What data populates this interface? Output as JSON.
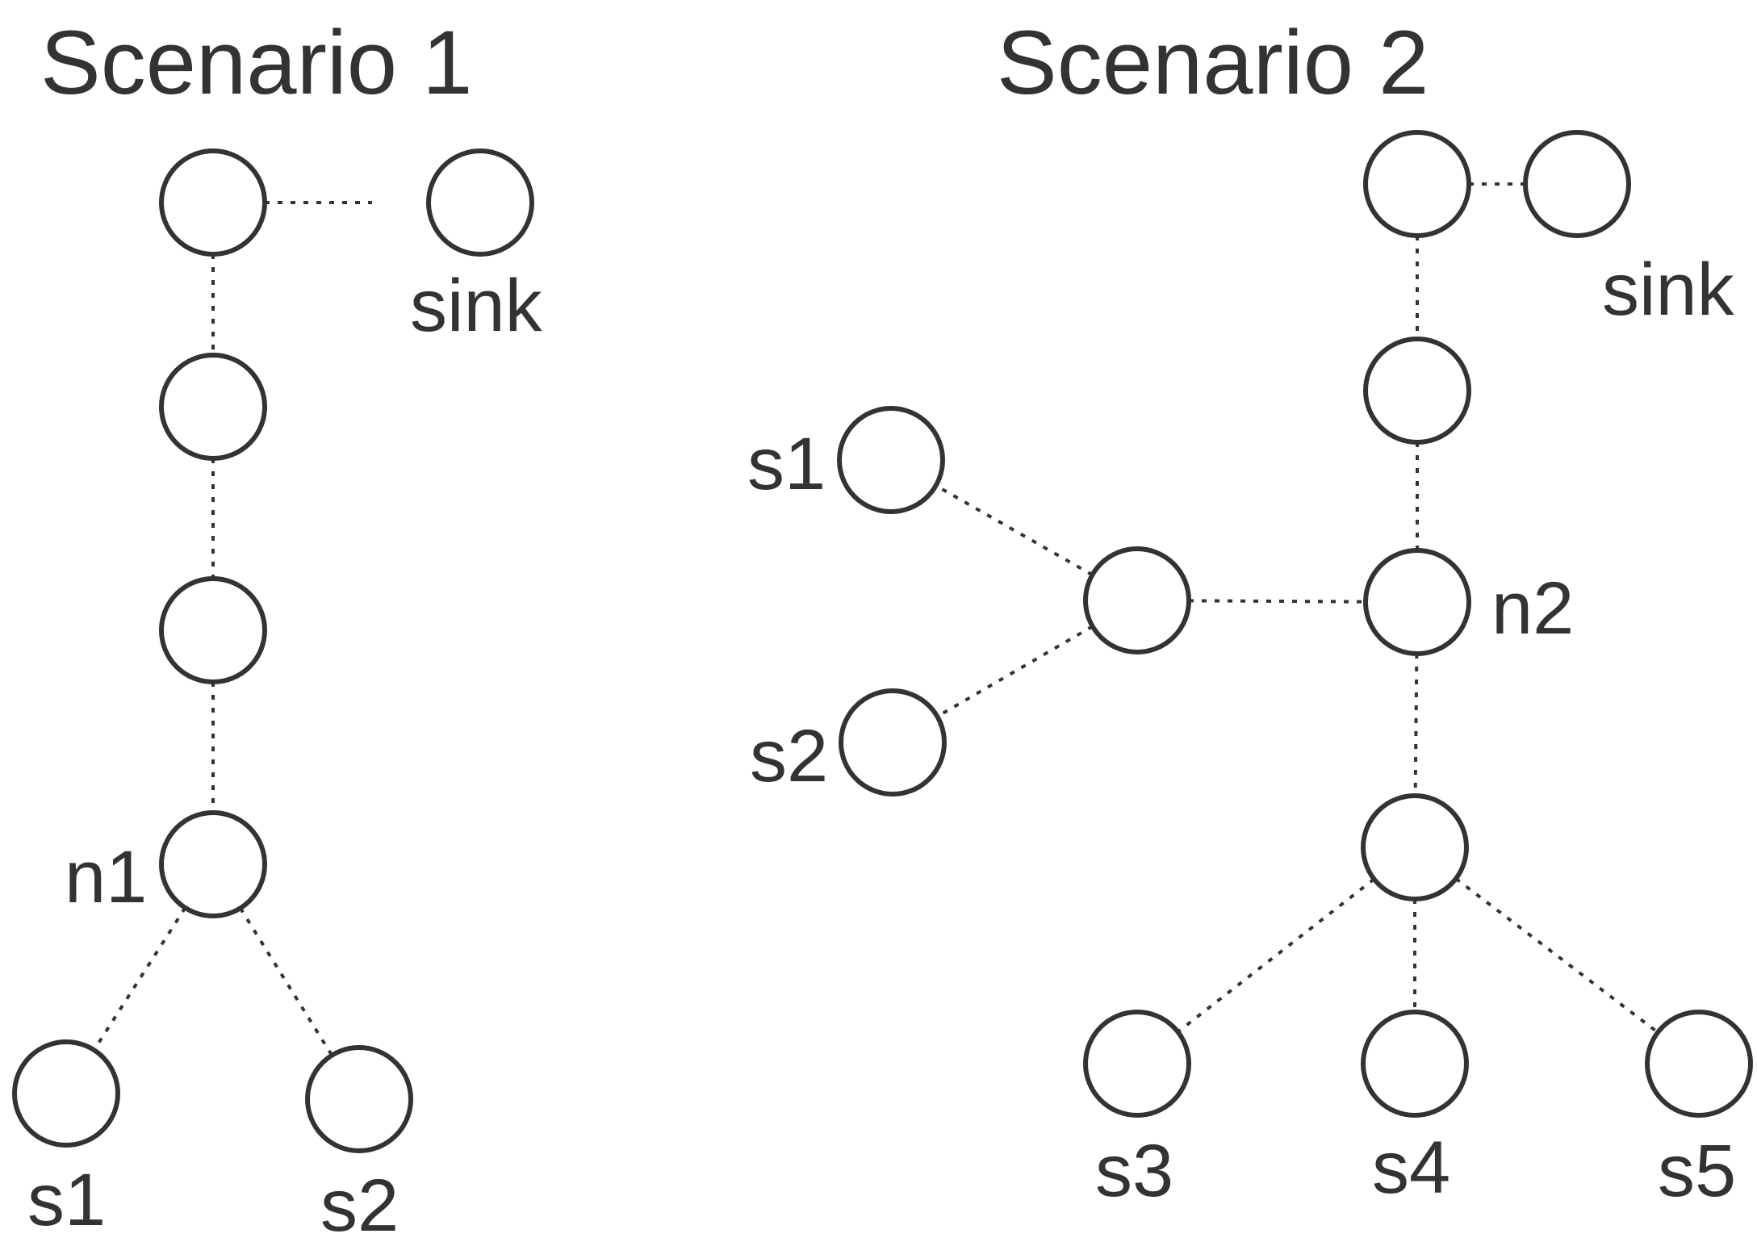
{
  "scenario1": {
    "title": "Scenario 1",
    "labels": {
      "sink": "sink",
      "n1": "n1",
      "s1": "s1",
      "s2": "s2"
    }
  },
  "scenario2": {
    "title": "Scenario 2",
    "labels": {
      "sink": "sink",
      "n2": "n2",
      "s1": "s1",
      "s2": "s2",
      "s3": "s3",
      "s4": "s4",
      "s5": "s5"
    }
  },
  "colors": {
    "stroke": "#333333",
    "background": "#ffffff"
  }
}
